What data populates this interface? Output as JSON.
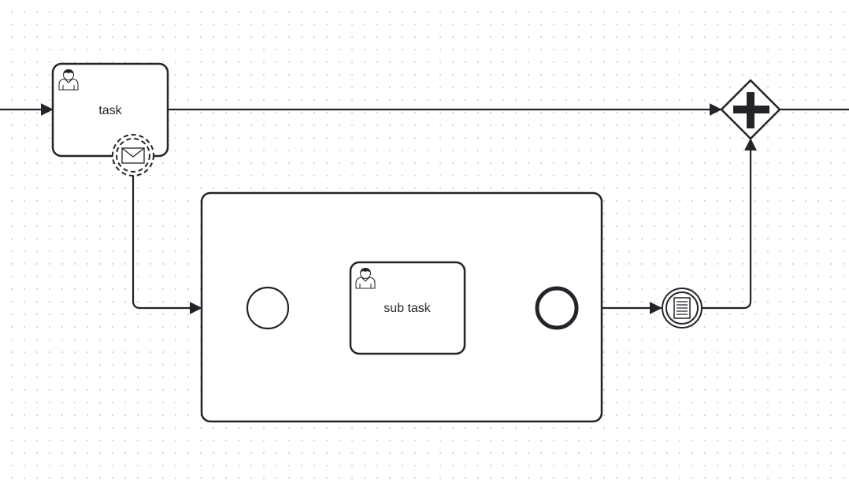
{
  "diagram": {
    "task": {
      "label": "task",
      "icon": "user-icon"
    },
    "boundary_event": {
      "icon": "envelope-icon",
      "kind": "non-interrupting message boundary event"
    },
    "subprocess": {
      "sub_task": {
        "label": "sub task",
        "icon": "user-icon"
      }
    },
    "intermediate_event": {
      "icon": "document-icon",
      "kind": "conditional intermediate catch event"
    },
    "gateway": {
      "icon": "plus-icon",
      "kind": "parallel gateway"
    },
    "colors": {
      "stroke": "#22242a",
      "fill": "#ffffff",
      "grid_dot": "#d4d4d4"
    }
  }
}
